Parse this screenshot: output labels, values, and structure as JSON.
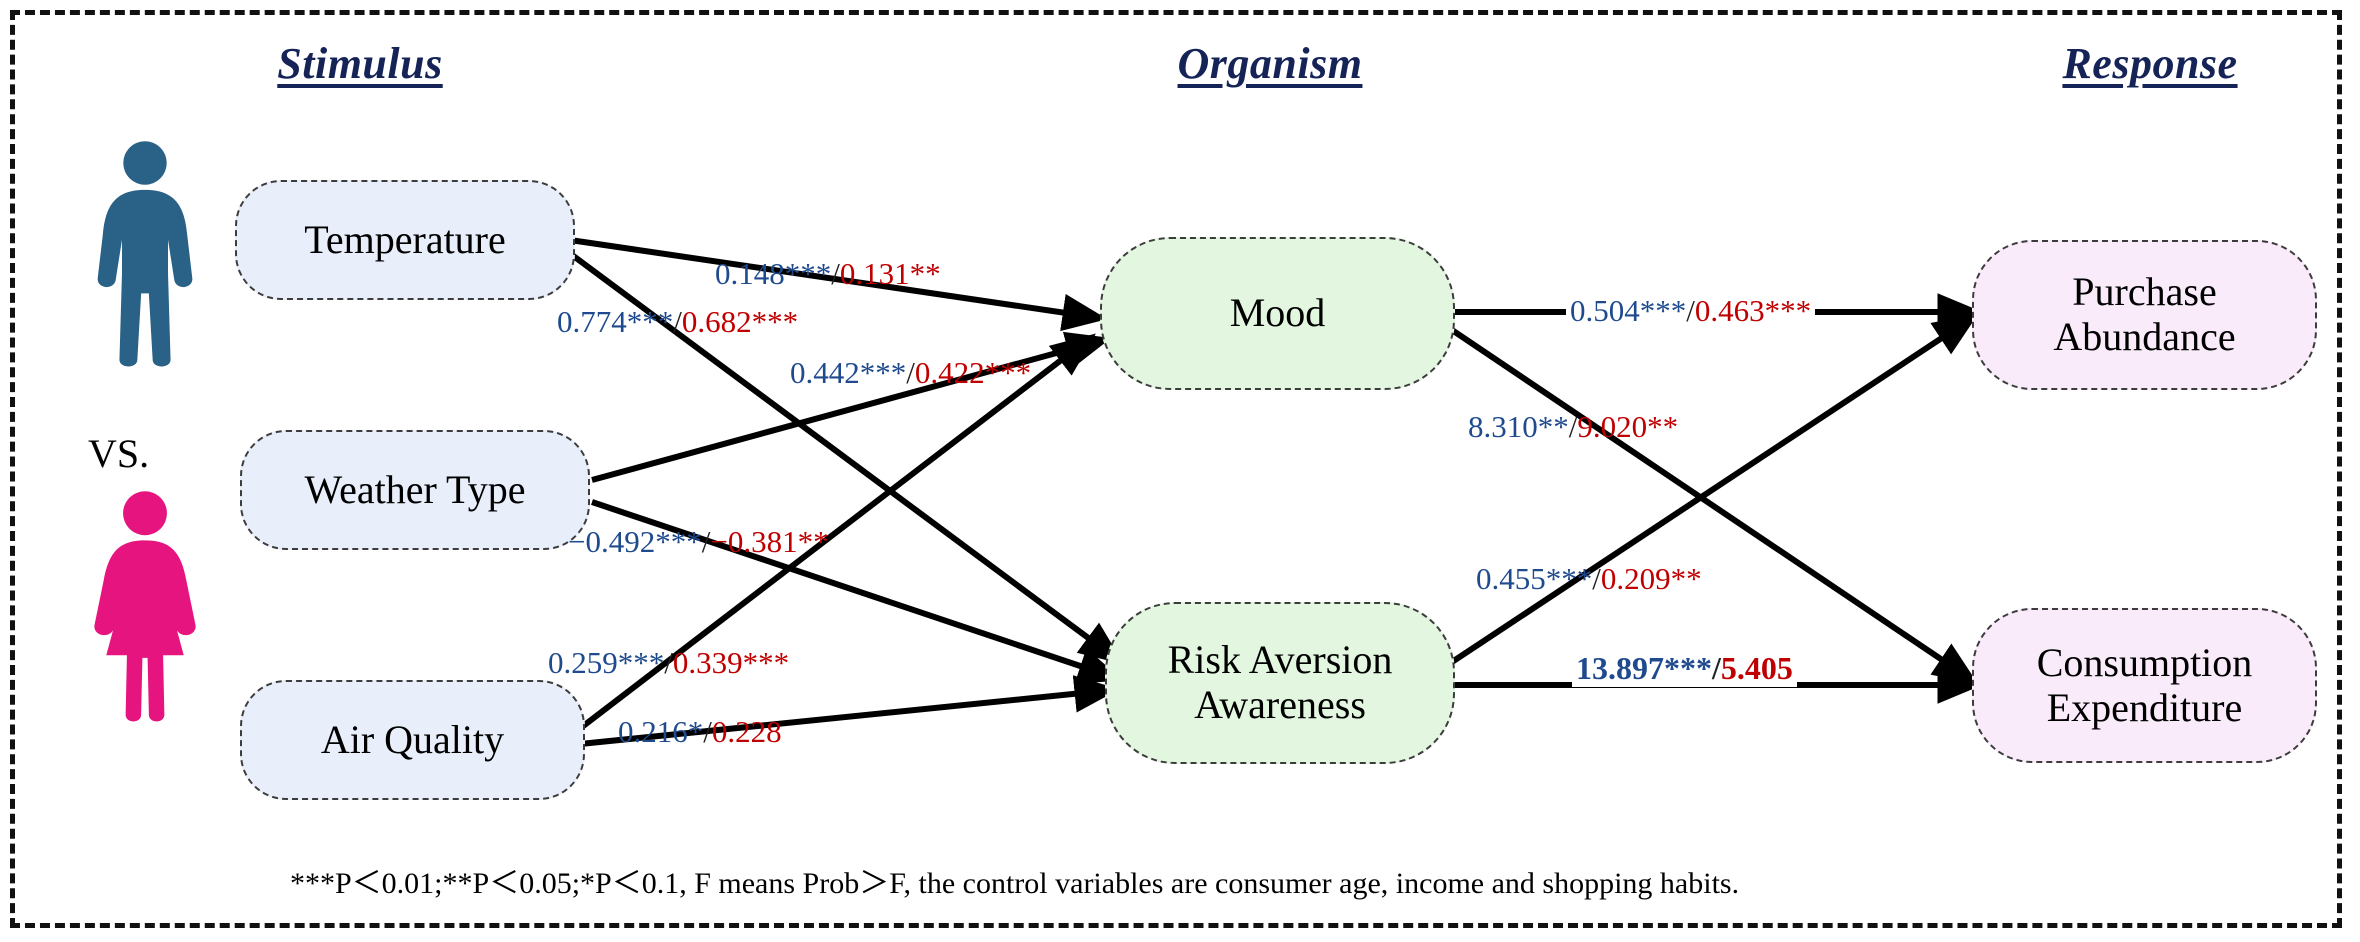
{
  "figure": {
    "columns": [
      {
        "id": "stimulus",
        "label": "Stimulus"
      },
      {
        "id": "organism",
        "label": "Organism"
      },
      {
        "id": "response",
        "label": "Response"
      }
    ],
    "groups": {
      "male_label": "male-figure",
      "female_label": "female-figure",
      "vs": "VS."
    },
    "nodes": {
      "temperature": "Temperature",
      "weather_type": "Weather Type",
      "air_quality": "Air Quality",
      "mood": "Mood",
      "risk_aversion": "Risk Aversion Awareness",
      "purchase_abundance": "Purchase Abundance",
      "consumption_expenditure": "Consumption Expenditure"
    },
    "edge_labels": {
      "temp_mood": {
        "blue": "0.148***",
        "sep": "/",
        "red": "0.131**"
      },
      "temp_risk": {
        "blue": "0.774***",
        "sep": "/",
        "red": "0.682***"
      },
      "weather_mood": {
        "blue": "0.442***",
        "sep": "/",
        "red": "0.422***"
      },
      "weather_risk": {
        "blue": "−0.492***",
        "sep": "/",
        "red": "−0.381**"
      },
      "air_mood": {
        "blue": "0.259***",
        "sep": "/",
        "red": "0.339***"
      },
      "air_risk": {
        "blue": "0.216*",
        "sep": "/",
        "red": "0.228"
      },
      "mood_purchase": {
        "blue": "0.504***",
        "sep": "/",
        "red": "0.463***"
      },
      "mood_consumption": {
        "blue": "8.310**",
        "sep": "/",
        "red": "9.020**"
      },
      "risk_purchase": {
        "blue": "0.455***",
        "sep": "/",
        "red": "0.209**"
      },
      "risk_consumption": {
        "blue": "13.897***",
        "sep": "/",
        "red": "5.405"
      }
    },
    "footnote": "***P＜0.01;**P＜0.05;*P＜0.1, F means Prob＞F, the control variables are consumer age, income and shopping habits.",
    "colors": {
      "male": "#2a6187",
      "female": "#e5147f",
      "title": "#152356",
      "blue_coef": "#1f4b8e",
      "red_coef": "#c00000",
      "stimulus_fill": "#e8eefa",
      "organism_fill": "#e2f6e0",
      "response_fill": "#f9ebfa",
      "edge": "#000000"
    }
  }
}
